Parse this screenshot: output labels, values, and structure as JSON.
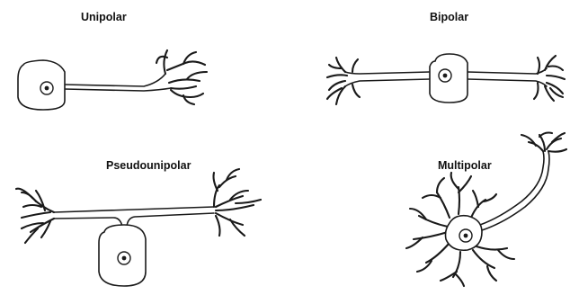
{
  "labels": {
    "unipolar": "Unipolar",
    "bipolar": "Bipolar",
    "pseudounipolar": "Pseudounipolar",
    "multipolar": "Multipolar"
  },
  "colors": {
    "line": "#1a1a1a",
    "background": "#ffffff"
  }
}
